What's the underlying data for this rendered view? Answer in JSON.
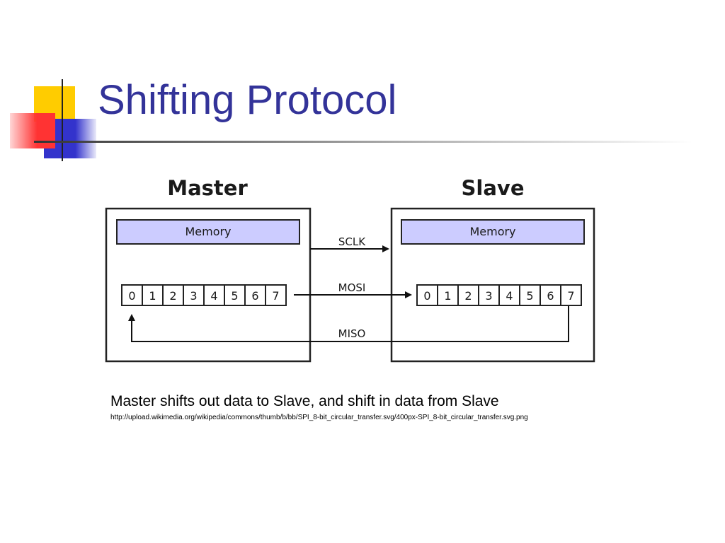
{
  "slide": {
    "title": "Shifting Protocol",
    "caption": "Master shifts out data to Slave, and shift in data from Slave",
    "source_url": "http://upload.wikimedia.org/wikipedia/commons/thumb/b/bb/SPI_8-bit_circular_transfer.svg/400px-SPI_8-bit_circular_transfer.svg.png"
  },
  "diagram": {
    "master": {
      "label": "Master",
      "memory_label": "Memory",
      "bits": [
        "0",
        "1",
        "2",
        "3",
        "4",
        "5",
        "6",
        "7"
      ]
    },
    "slave": {
      "label": "Slave",
      "memory_label": "Memory",
      "bits": [
        "0",
        "1",
        "2",
        "3",
        "4",
        "5",
        "6",
        "7"
      ]
    },
    "signals": {
      "sclk": "SCLK",
      "mosi": "MOSI",
      "miso": "MISO"
    }
  },
  "colors": {
    "title": "#333399",
    "memory_fill": "#ccccff",
    "deco_yellow": "#ffcc00",
    "deco_blue": "#3333cc",
    "deco_red": "#ff3333"
  }
}
